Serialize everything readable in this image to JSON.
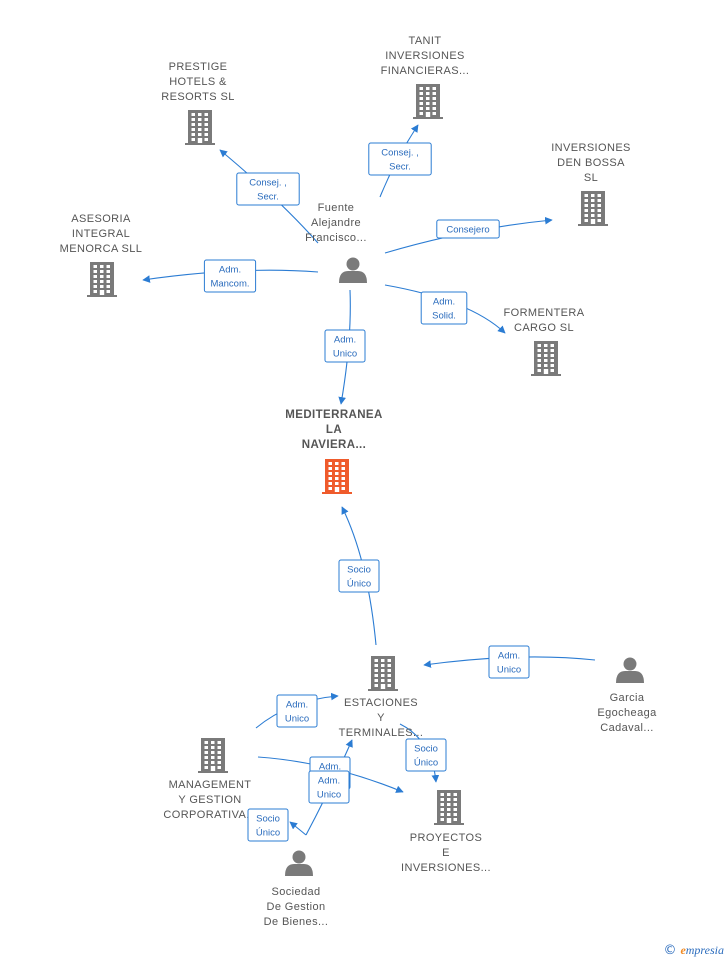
{
  "colors": {
    "building": "#7a7a7a",
    "building_focus": "#ef5b2c",
    "person": "#7a7a7a",
    "edge": "#2b7cd3"
  },
  "nodes": [
    {
      "id": "mediterranea",
      "type": "company-focus",
      "lines": [
        "MEDITERRANEA",
        "LA",
        "NAVIERA..."
      ]
    },
    {
      "id": "prestige",
      "type": "company",
      "lines": [
        "PRESTIGE",
        "HOTELS &",
        "RESORTS  SL"
      ]
    },
    {
      "id": "tanit",
      "type": "company",
      "lines": [
        "TANIT",
        "INVERSIONES",
        "FINANCIERAS..."
      ]
    },
    {
      "id": "inversiones_bossa",
      "type": "company",
      "lines": [
        "INVERSIONES",
        "DEN BOSSA",
        "SL"
      ]
    },
    {
      "id": "asesoria",
      "type": "company",
      "lines": [
        "ASESORIA",
        "INTEGRAL",
        "MENORCA SLL"
      ]
    },
    {
      "id": "formentera",
      "type": "company",
      "lines": [
        "FORMENTERA",
        "CARGO  SL"
      ]
    },
    {
      "id": "fuente",
      "type": "person",
      "lines": [
        "Fuente",
        "Alejandre",
        "Francisco..."
      ]
    },
    {
      "id": "estaciones",
      "type": "company",
      "lines": [
        "ESTACIONES",
        "Y",
        "TERMINALES..."
      ]
    },
    {
      "id": "garcia",
      "type": "person",
      "lines": [
        "Garcia",
        "Egocheaga",
        "Cadaval..."
      ]
    },
    {
      "id": "management",
      "type": "company",
      "lines": [
        "MANAGEMENT",
        "Y GESTION",
        "CORPORATIVA..."
      ]
    },
    {
      "id": "proyectos",
      "type": "company",
      "lines": [
        "PROYECTOS",
        "E",
        "INVERSIONES..."
      ]
    },
    {
      "id": "sociedad",
      "type": "person",
      "lines": [
        "Sociedad",
        "De Gestion",
        "De Bienes..."
      ]
    }
  ],
  "edges": [
    {
      "id": "e1",
      "from": "fuente",
      "to": "prestige",
      "label": [
        "Consej. ,",
        "Secr."
      ]
    },
    {
      "id": "e2",
      "from": "fuente",
      "to": "tanit",
      "label": [
        "Consej. ,",
        "Secr."
      ]
    },
    {
      "id": "e3",
      "from": "fuente",
      "to": "inversiones_bossa",
      "label": [
        "Consejero"
      ]
    },
    {
      "id": "e4",
      "from": "fuente",
      "to": "asesoria",
      "label": [
        "Adm.",
        "Mancom."
      ]
    },
    {
      "id": "e5",
      "from": "fuente",
      "to": "formentera",
      "label": [
        "Adm.",
        "Solid."
      ]
    },
    {
      "id": "e6",
      "from": "fuente",
      "to": "mediterranea",
      "label": [
        "Adm.",
        "Unico"
      ]
    },
    {
      "id": "e7",
      "from": "estaciones",
      "to": "mediterranea",
      "label": [
        "Socio",
        "Único"
      ]
    },
    {
      "id": "e8",
      "from": "garcia",
      "to": "estaciones",
      "label": [
        "Adm.",
        "Unico"
      ]
    },
    {
      "id": "e9",
      "from": "management",
      "to": "estaciones",
      "label": [
        "Adm.",
        "Unico"
      ]
    },
    {
      "id": "e10",
      "from": "estaciones",
      "to": "proyectos",
      "label": [
        "Socio",
        "Único"
      ]
    },
    {
      "id": "e11",
      "from": "management",
      "to": "proyectos",
      "label": [
        "Adm.",
        "Unico"
      ]
    },
    {
      "id": "e12",
      "from": "sociedad",
      "to": "estaciones",
      "label": [
        "Adm.",
        "Unico"
      ]
    },
    {
      "id": "e13",
      "from": "sociedad",
      "to": "management",
      "label": [
        "Socio",
        "Único"
      ]
    }
  ],
  "footer": {
    "copyright": "©",
    "brand_first": "e",
    "brand_rest": "mpresia"
  }
}
